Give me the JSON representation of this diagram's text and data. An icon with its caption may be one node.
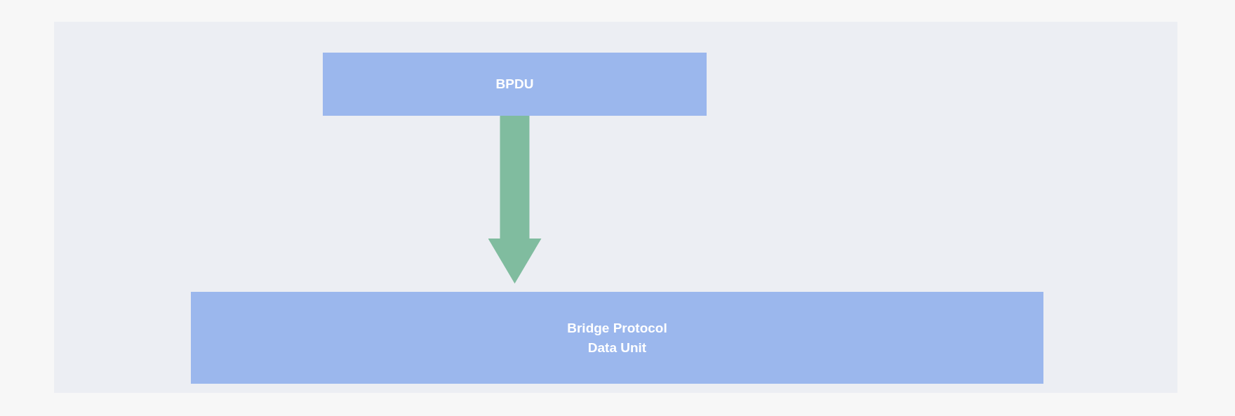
{
  "diagram": {
    "nodes": [
      {
        "text": [
          "BPDU"
        ]
      },
      {
        "text": [
          "Bridge Protocol Data Unit"
        ]
      }
    ],
    "edges": [
      {
        "from": 0,
        "to": 1,
        "arrow": "to",
        "color": "#80bc9f"
      }
    ]
  }
}
